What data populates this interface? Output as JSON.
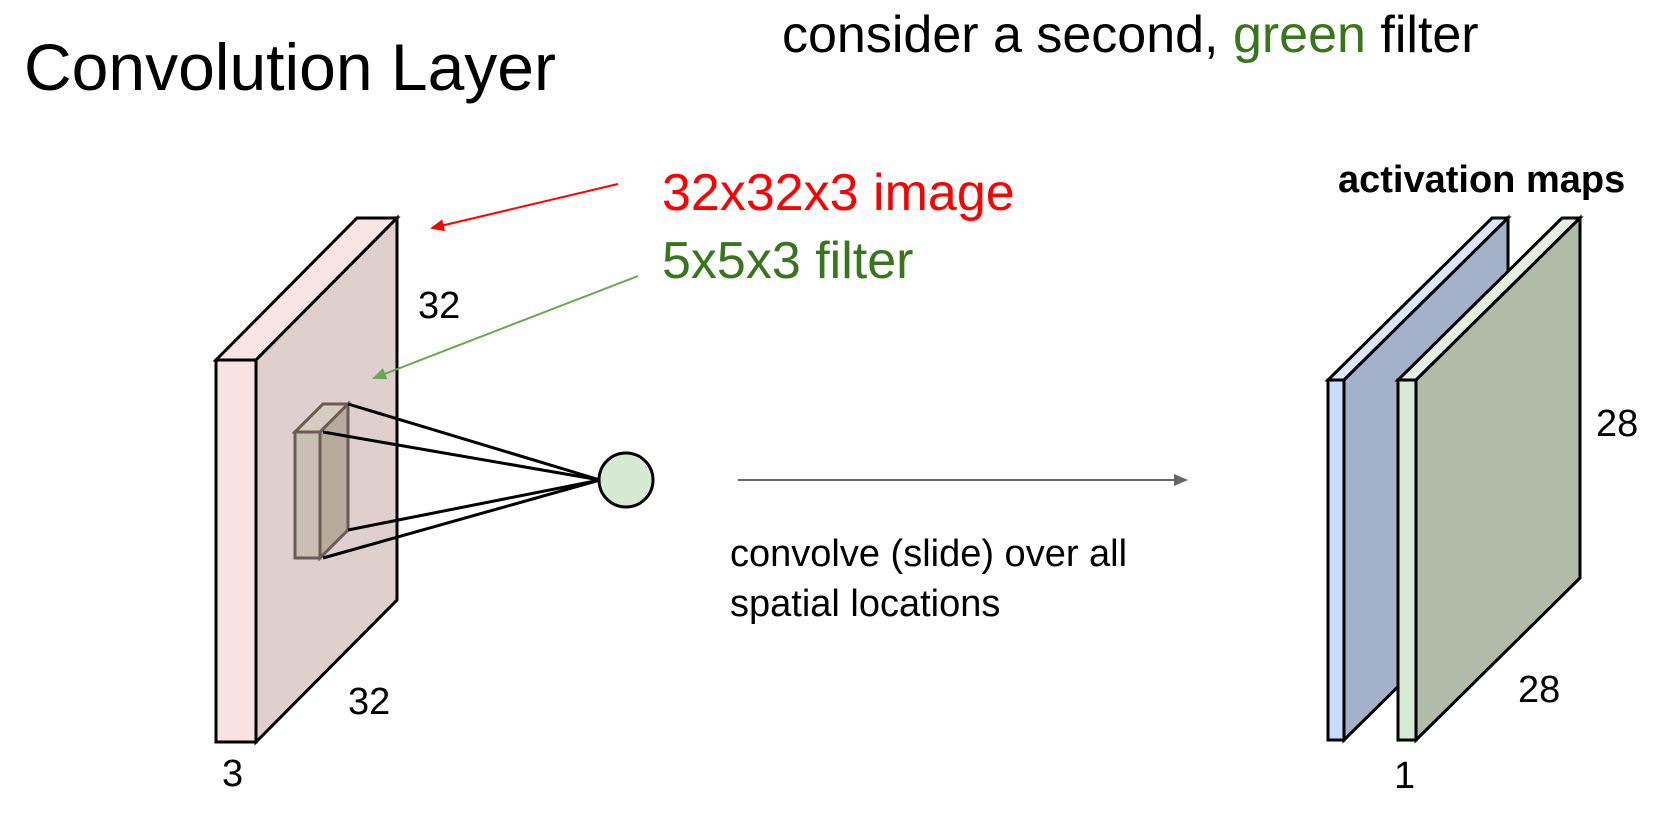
{
  "slide": {
    "title": "Convolution Layer",
    "heading": {
      "before": "consider a second, ",
      "highlight": "green",
      "after": " filter"
    }
  },
  "labels": {
    "image": "32x32x3 image",
    "filter": "5x5x3 filter",
    "input_height": "32",
    "input_width": "32",
    "input_depth": "3",
    "caption_line1": "convolve (slide) over all",
    "caption_line2": "spatial locations",
    "activation_title": "activation maps",
    "output_height": "28",
    "output_width": "28",
    "output_depth": "1"
  },
  "colors": {
    "text": "#000000",
    "image_red": "#ff0000",
    "filter_green": "#38761d",
    "input_front": "#f9e2e2",
    "input_side": "#dfcfcf",
    "filter_front": "#cbbfb3",
    "filter_side": "#b8aa9c",
    "filter_edge": "#6b5a56",
    "neuron_fill": "#d6ead3",
    "map1_front": "#c9dbf8",
    "map1_side": "#a3b1c9",
    "map2_front": "#d9ead3",
    "map2_side": "#b1bba8",
    "arrow_gray": "#666666"
  }
}
